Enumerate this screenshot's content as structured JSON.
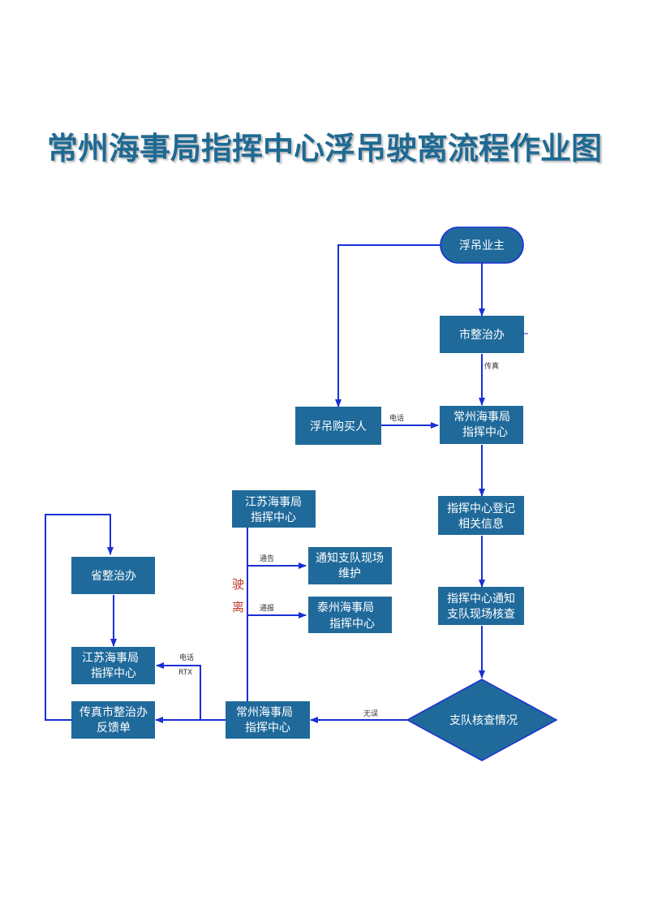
{
  "title": "常州海事局指挥中心浮吊驶离流程作业图",
  "colors": {
    "title": "#1f6a93",
    "box_fill": "#1f6a9b",
    "line": "#1a2fd6"
  },
  "nodes": {
    "owner": [
      "浮吊业主"
    ],
    "city_office": [
      "市整治办"
    ],
    "buyer": [
      "浮吊购买人"
    ],
    "cz_center_top": [
      "常州海事局",
      "指挥中心"
    ],
    "register": [
      "指挥中心登记",
      "相关信息"
    ],
    "notify_check": [
      "指挥中心通知",
      "支队现场核查"
    ],
    "decision": [
      "支队核查情况"
    ],
    "cz_center_bottom": [
      "常州海事局",
      "指挥中心"
    ],
    "js_center_mid": [
      "江苏海事局",
      "指挥中心"
    ],
    "notify_maintain": [
      "通知支队现场",
      "维护"
    ],
    "tz_center": [
      "泰州海事局",
      "指挥中心"
    ],
    "province_office": [
      "省整治办"
    ],
    "js_center_left": [
      "江苏海事局",
      "指挥中心"
    ],
    "fax_feedback": [
      "传真市整治办",
      "反馈单"
    ]
  },
  "edge_labels": {
    "fax": "传真",
    "phone": "电话",
    "no_error": "无误",
    "notify": "通告",
    "notice": "通报",
    "phone2": "电话",
    "rtx": "RTX"
  },
  "side_labels": {
    "depart_1": "驶",
    "depart_2": "离"
  }
}
